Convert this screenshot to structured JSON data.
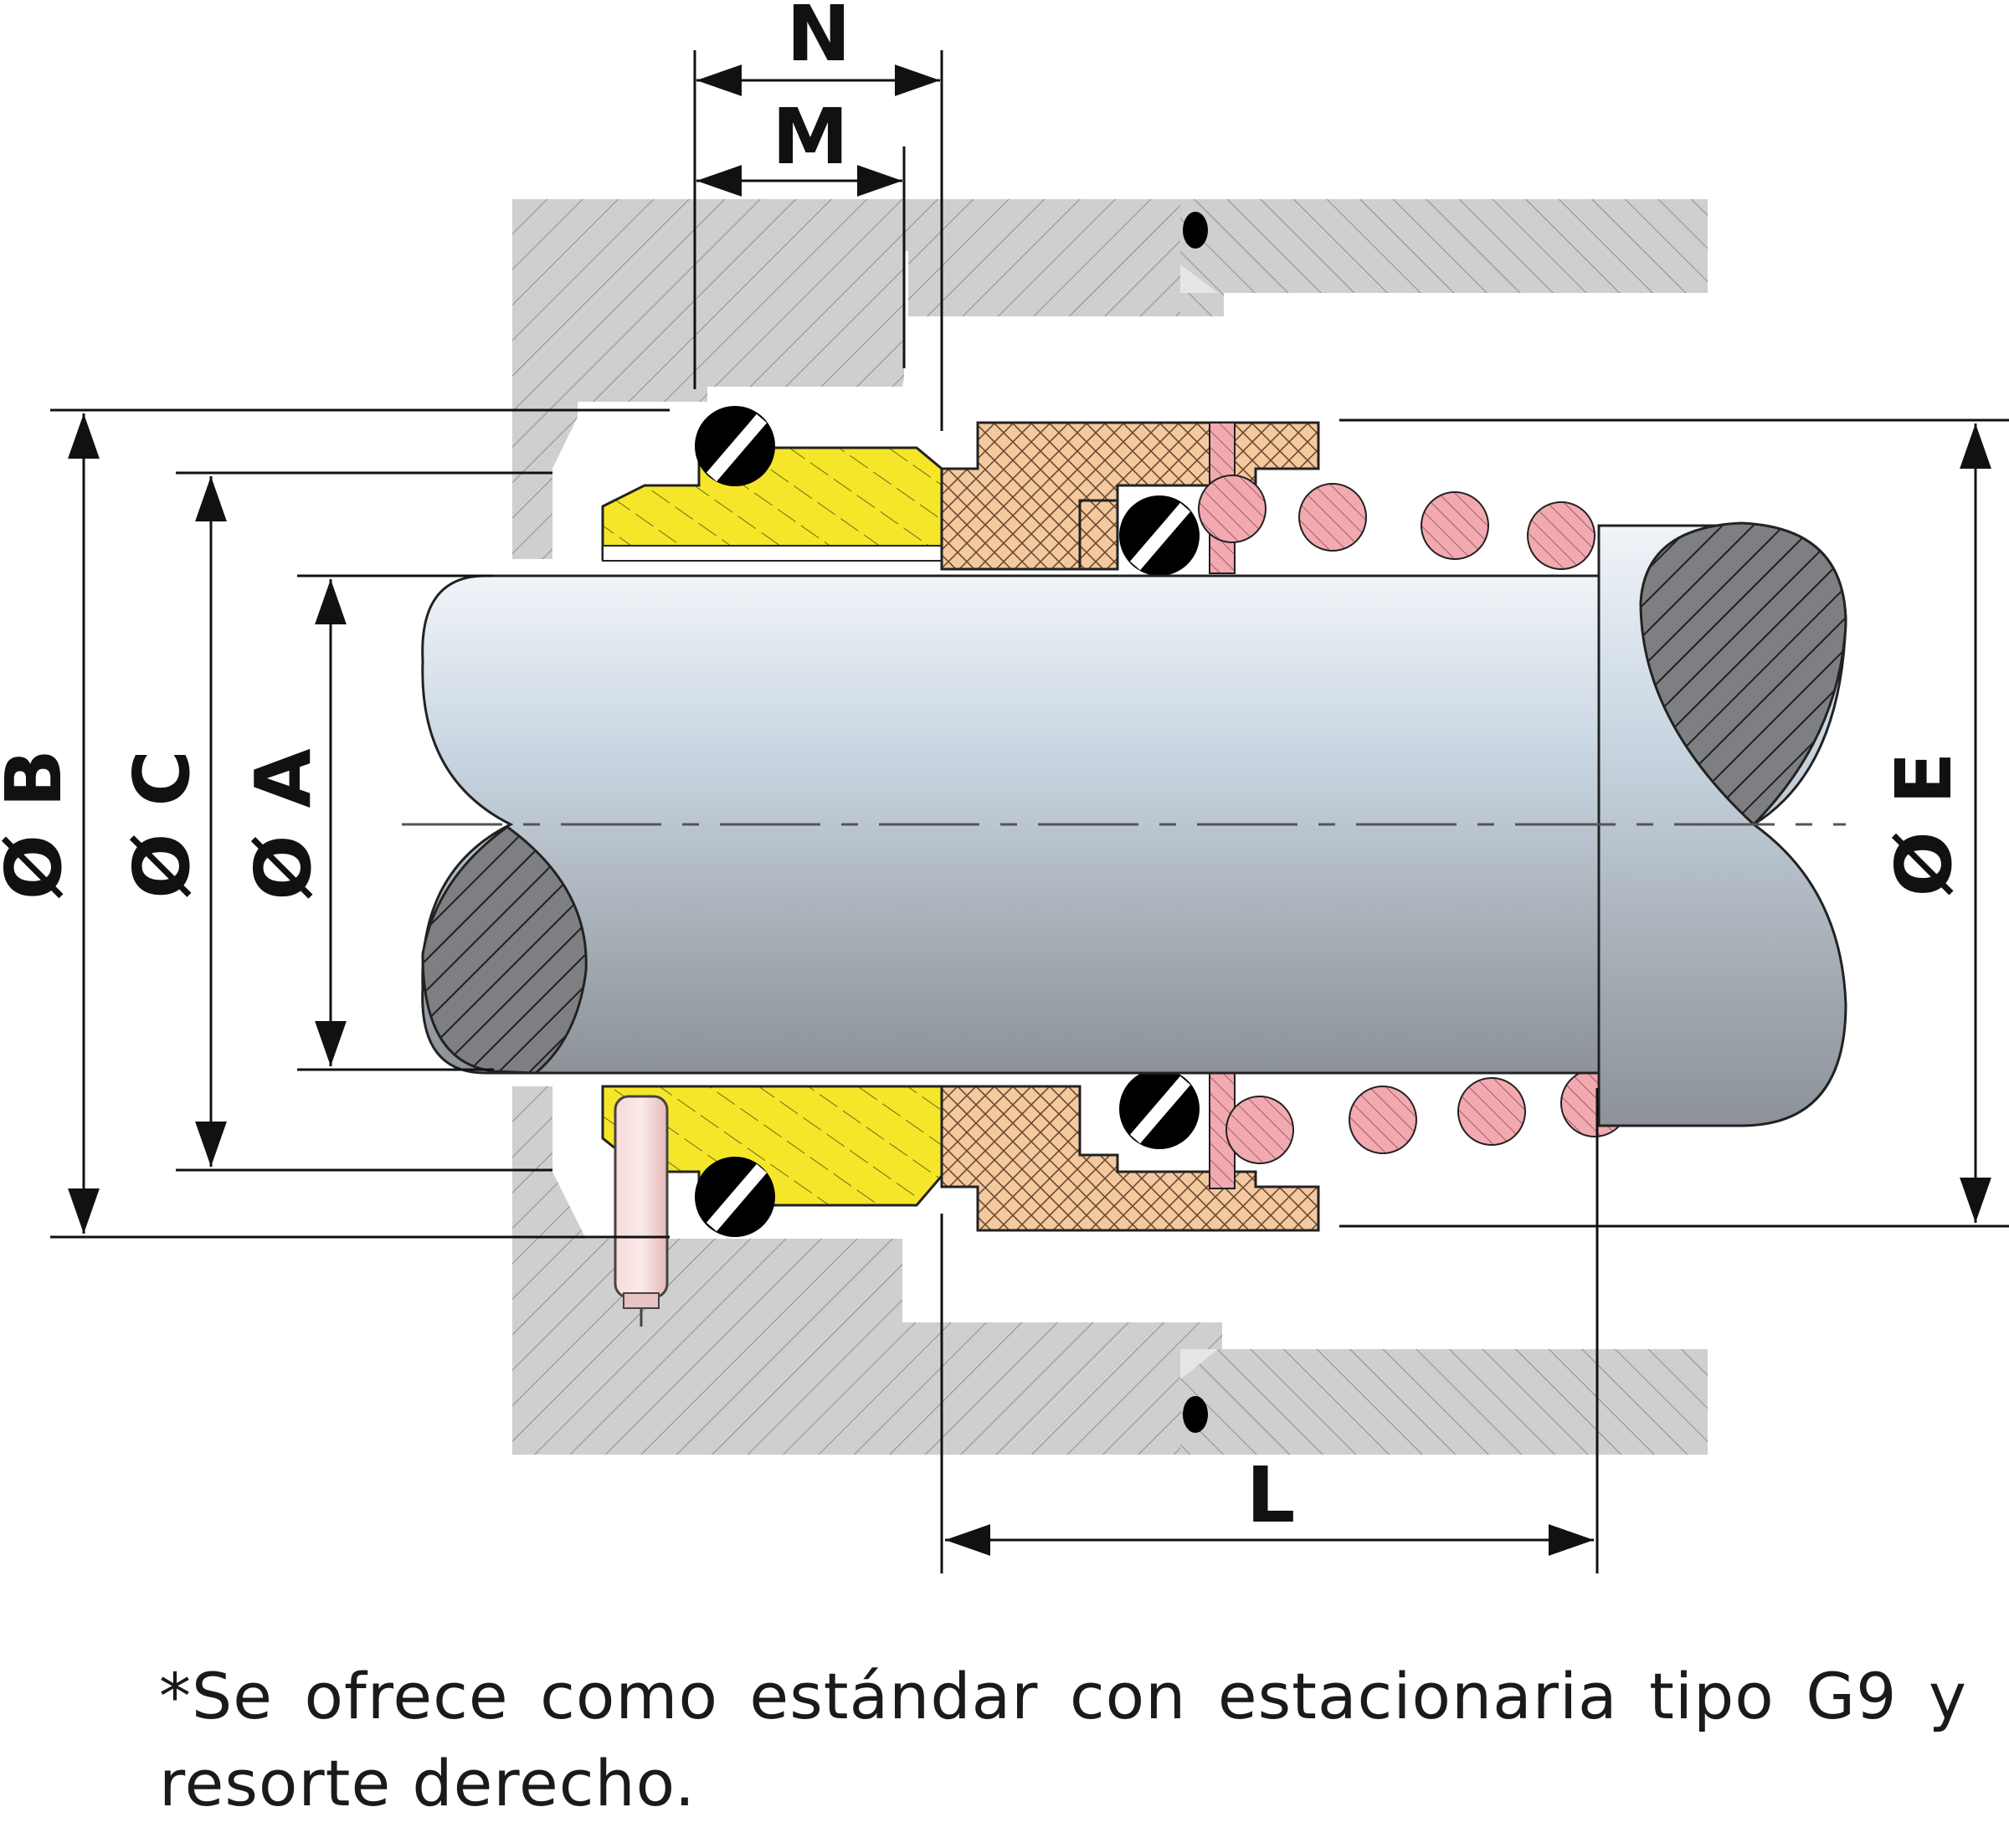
{
  "labels": {
    "N": "N",
    "M": "M",
    "L": "L",
    "dia_B": "Ø B",
    "dia_C": "Ø C",
    "dia_A": "Ø A",
    "dia_E": "Ø E"
  },
  "caption": "*Se ofrece como estándar con estacionaria tipo G9 y resorte derecho.",
  "colors": {
    "housing": "#cfcfcf",
    "hatch": "#8a8a8a",
    "stationary_ring": "#f5e62a",
    "rotary_head": "#f4c9a0",
    "spring": "#f2a9b0",
    "shaft_light": "#dde8f2",
    "shaft_dark": "#9aa3ab",
    "oring": "#000000"
  }
}
